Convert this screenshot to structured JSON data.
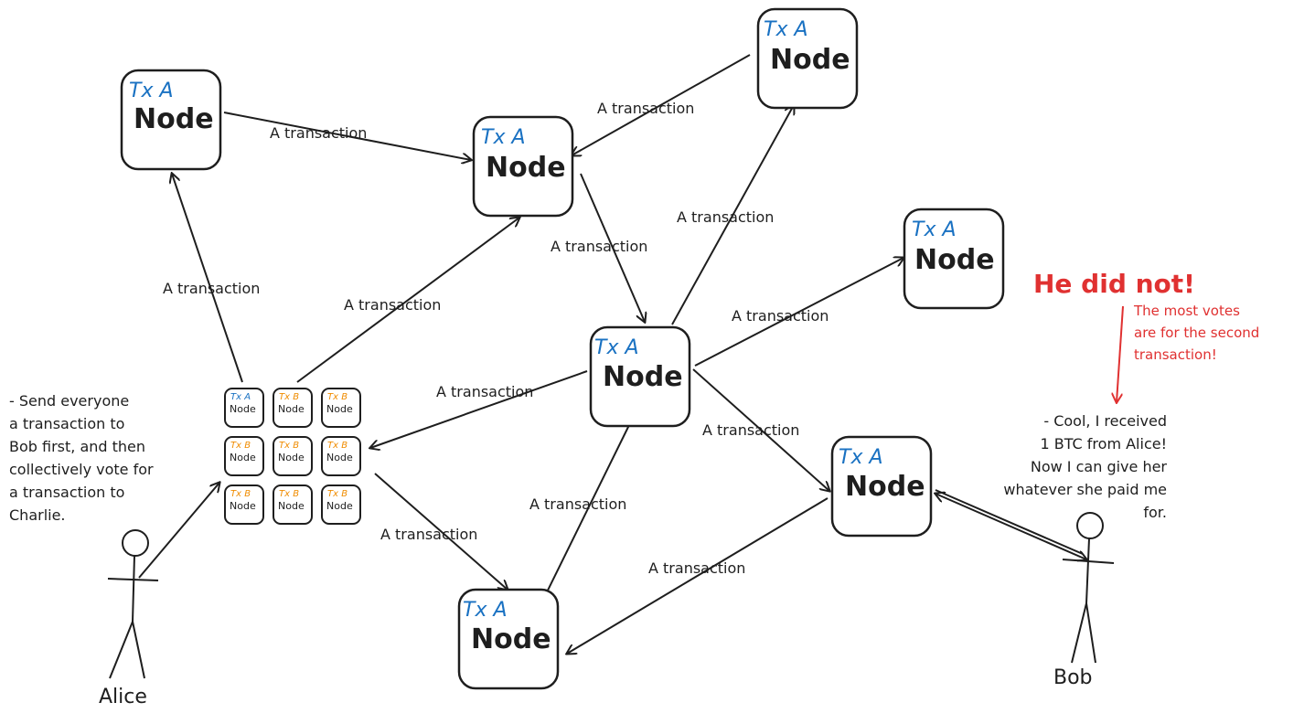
{
  "node_label": "Node",
  "tx_a": "Tx A",
  "tx_b": "Tx B",
  "edge_label": "A transaction",
  "alice": {
    "name": "Alice",
    "note": [
      "- Send everyone",
      "a transaction to",
      "Bob first, and then",
      "collectively vote for",
      "a transaction to",
      "Charlie."
    ]
  },
  "bob": {
    "name": "Bob",
    "note": [
      "- Cool, I received",
      "1 BTC from Alice!",
      "Now I can give her",
      "whatever she paid me",
      "for."
    ]
  },
  "rebuttal": {
    "title": "He did not!",
    "note": [
      "The most votes",
      "are for the second",
      "transaction!"
    ]
  },
  "colors": {
    "ink": "#1e1e1e",
    "tx_a": "#1971c2",
    "tx_b": "#f08c00",
    "alert": "#e03131"
  },
  "mini_grid": [
    [
      "Tx A",
      "Tx B",
      "Tx B"
    ],
    [
      "Tx B",
      "Tx B",
      "Tx B"
    ],
    [
      "Tx B",
      "Tx B",
      "Tx B"
    ]
  ]
}
